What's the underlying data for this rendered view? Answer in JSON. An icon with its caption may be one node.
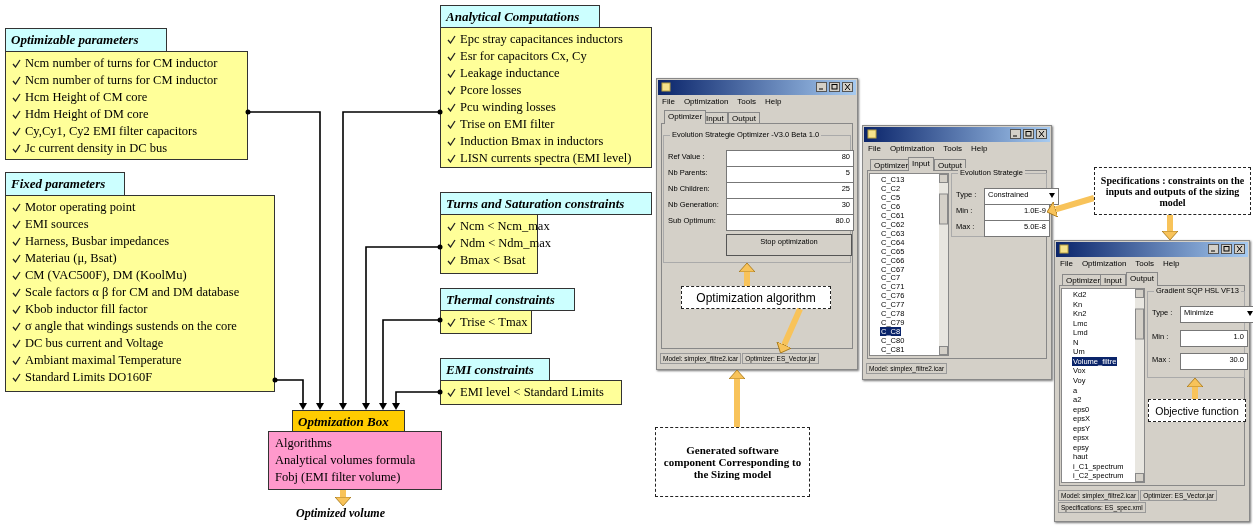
{
  "diagram": {
    "nodes": [
      {
        "text": [
          "Optimizable parameters",
          "Ncm number of turns for CM inductor",
          "Ncm number of turns for CM inductor",
          "Hcm Height of CM core",
          "Hdm Height of DM core",
          "Cy,Cy1, Cy2 EMI filter capacitors",
          "Jc current density in DC bus"
        ]
      },
      {
        "text": [
          "Fixed parameters",
          "Motor operating point",
          "EMI sources",
          "Harness, Busbar impedances",
          "Materiau (μ, Bsat)",
          "CM (VAC500F), DM (KoolMu)",
          "Scale factors α β for CM and DM database",
          "Kbob inductor fill factor",
          "σ angle that windings sustends on the core",
          "DC bus current and Voltage",
          "Ambiant maximal Temperature",
          "Standard Limits DO160F"
        ]
      },
      {
        "text": [
          "Analytical Computations",
          "Epc stray capacitances inductors",
          "Esr for capacitors Cx, Cy",
          "Leakage inductance",
          "Pcore losses",
          "Pcu winding losses",
          "Trise on EMI filter",
          "Induction Bmax in inductors",
          "LISN currents spectra (EMI level)"
        ]
      },
      {
        "text": [
          "Turns and Saturation constraints",
          "Ncm < Ncm_max",
          "Ndm < Ndm_max",
          "Bmax < Bsat"
        ]
      },
      {
        "text": [
          "Thermal constraints",
          "Trise < Tmax"
        ]
      },
      {
        "text": [
          "EMI constraints",
          "EMI level < Standard Limits"
        ]
      },
      {
        "text": [
          "Optmization Box",
          "Algorithms",
          "Analytical volumes formula",
          "Fobj (EMI filter volume)"
        ]
      },
      {
        "text": [
          "Optimized volume"
        ]
      },
      {
        "text": [
          "File",
          "Optimization",
          "Tools",
          "Help",
          "Optimizer",
          "Input",
          "Output",
          "Model: simplex_filtre2.icar"
        ]
      },
      {
        "text": [
          "Evolution Strategie Optimizer -V3.0 Beta 1.0",
          "Ref Value :",
          "80",
          "Nb Parents:",
          "5",
          "Nb Children:",
          "25",
          "Nb Generation:",
          "30",
          "Sub Optimum:",
          "80.0",
          "Stop optimization"
        ],
        "in": 8
      },
      {
        "text": [
          "File",
          "Optimization",
          "Tools",
          "Help",
          "Optimizer",
          "Input",
          "Output",
          "C_C13",
          "C_C2",
          "C_C5",
          "C_C6",
          "C_C61",
          "C_C62",
          "C_C63",
          "C_C64",
          "C_C65",
          "C_C66",
          "C_C67",
          "C_C7",
          "C_C71",
          "C_C76",
          "C_C77",
          "C_C78",
          "C_C79",
          "C_C8",
          "C_C80",
          "C_C81",
          "Model: simplex_filtre2.icar"
        ]
      },
      {
        "text": [
          "Evolution Strategie",
          "Type :",
          "Constrained",
          "Min :",
          "1.0E-9",
          "Max :",
          "5.0E-8"
        ],
        "in": 10
      },
      {
        "text": [
          "File",
          "Optimization",
          "Tools",
          "Help",
          "Optimizer",
          "Input",
          "Output",
          "Kd2",
          "Kn",
          "Kn2",
          "Lmc",
          "Lmd",
          "N",
          "Um",
          "Volume_filtre",
          "Vox",
          "Voy",
          "a",
          "a2",
          "eps0",
          "epsX",
          "epsY",
          "epsx",
          "epsy",
          "haut",
          "i_C1_spectrum",
          "i_C2_spectrum",
          "Model: simplex_filtre2.icar",
          "Optimizer: ES_Vector.jar",
          "Specifications: ES_spec.xml"
        ]
      },
      {
        "text": [
          "Gradient SQP HSL VF13",
          "Type :",
          "Minimize",
          "Min :",
          "1.0",
          "Max :",
          "30.0"
        ],
        "in": 12
      },
      {
        "text": [
          "Optimization algorithm"
        ],
        "in": 8
      },
      {
        "text": [
          "Generated software component Corresponding to the Sizing model"
        ]
      },
      {
        "text": [
          "Specifications : constraints on the inputs and outputs of the sizing model"
        ]
      },
      {
        "text": [
          "Objective function"
        ],
        "in": 12
      },
      {
        "text": [
          "Optimizer: ES_Vector.jar"
        ],
        "in": 8
      }
    ],
    "edges": [
      {
        "from": 1,
        "to": 6,
        "arrow": "to",
        "color": "#000000"
      },
      {
        "from": 0,
        "to": 6,
        "arrow": "to",
        "color": "#000000"
      },
      {
        "from": 2,
        "to": 6,
        "arrow": "to",
        "color": "#000000"
      },
      {
        "from": 3,
        "to": 6,
        "arrow": "to",
        "color": "#000000"
      },
      {
        "from": 4,
        "to": 6,
        "arrow": "to",
        "color": "#000000"
      },
      {
        "from": 5,
        "to": 6,
        "arrow": "to",
        "color": "#000000"
      },
      {
        "from": 6,
        "to": 7,
        "arrow": "to"
      },
      {
        "from": 14,
        "to": 9,
        "arrow": "to"
      },
      {
        "from": 14,
        "to": 18,
        "arrow": "to"
      },
      {
        "from": 15,
        "to": 8,
        "arrow": "to"
      },
      {
        "from": 16,
        "to": 11,
        "arrow": "to"
      },
      {
        "from": 16,
        "to": 12,
        "arrow": "to"
      },
      {
        "from": 17,
        "to": 13,
        "arrow": "to"
      }
    ]
  }
}
